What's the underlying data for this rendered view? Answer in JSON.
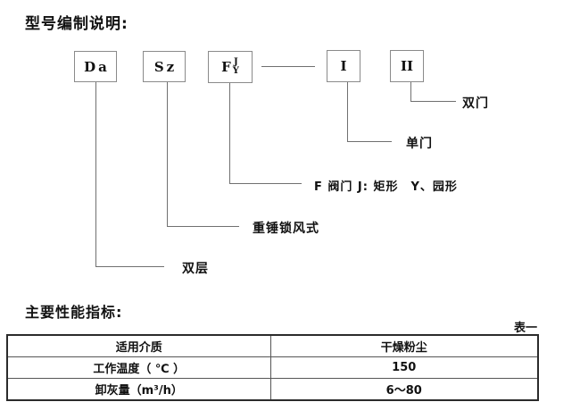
{
  "colors": {
    "text": "#111111",
    "box_border": "#8a8a8a",
    "connector_line": "#707070",
    "table_border": "#2b2b2b"
  },
  "header": {
    "title": "型号编制说明:"
  },
  "diagram": {
    "boxes": [
      {
        "label": "Da"
      },
      {
        "label": "Sz"
      },
      {
        "label": "F",
        "sup": "J",
        "sub": "Y"
      },
      {
        "label": "I"
      },
      {
        "label": "II"
      }
    ],
    "callouts": [
      {
        "label": "双门"
      },
      {
        "label": "单门"
      },
      {
        "label": "F 阀门 J: 矩形　Y、园形"
      },
      {
        "label": "重锤锁风式"
      },
      {
        "label": "双层"
      }
    ]
  },
  "performance": {
    "title": "主要性能指标:",
    "table_tag": "表一",
    "table": {
      "rows": [
        {
          "name": "适用介质",
          "value": "干燥粉尘"
        },
        {
          "name": "工作温度（ ℃ ）",
          "value": "150"
        },
        {
          "name": "卸灰量（m³/h）",
          "value": "6～80"
        }
      ]
    }
  }
}
